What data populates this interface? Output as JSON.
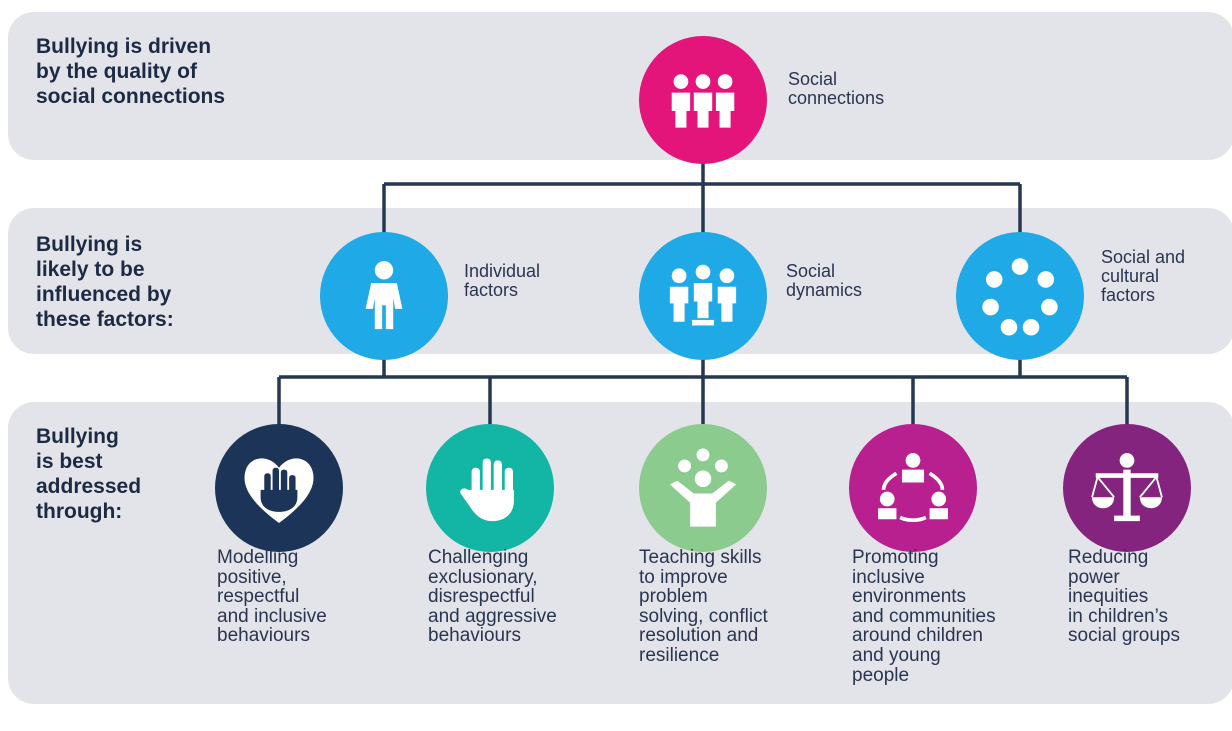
{
  "colors": {
    "band_bg": "#e3e4e9",
    "line": "#263750",
    "magenta": "#e3147a",
    "sky_blue": "#1fa9e6",
    "navy": "#1c3457",
    "teal": "#13b5a5",
    "light_green": "#8ccb8e",
    "purple_magenta": "#b8208f",
    "purple": "#85247e"
  },
  "rows": {
    "row1": "Bullying is driven\nby the quality of\nsocial connections",
    "row2": "Bullying is\nlikely to be\ninfluenced by\nthese factors:",
    "row3": "Bullying\nis best\naddressed\nthrough:"
  },
  "top": {
    "icon": "people-group-icon",
    "label": "Social\nconnections"
  },
  "factors": [
    {
      "icon": "person-icon",
      "label": "Individual\nfactors"
    },
    {
      "icon": "group-dynamics-icon",
      "label": "Social\ndynamics"
    },
    {
      "icon": "circle-of-people-icon",
      "label": "Social and\ncultural\nfactors"
    }
  ],
  "approaches": [
    {
      "icon": "hand-heart-icon",
      "label": "Modelling\npositive,\nrespectful\nand inclusive\nbehaviours"
    },
    {
      "icon": "stop-hand-icon",
      "label": "Challenging\nexclusionary,\ndisrespectful\nand aggressive\nbehaviours"
    },
    {
      "icon": "juggling-person-icon",
      "label": "Teaching skills\nto improve\nproblem\nsolving, conflict\nresolution and\nresilience"
    },
    {
      "icon": "community-cycle-icon",
      "label": "Promoting\ninclusive\nenvironments\nand communities\naround children\nand young\npeople"
    },
    {
      "icon": "balance-scale-icon",
      "label": "Reducing\npower\ninequities\nin children’s\nsocial groups"
    }
  ]
}
